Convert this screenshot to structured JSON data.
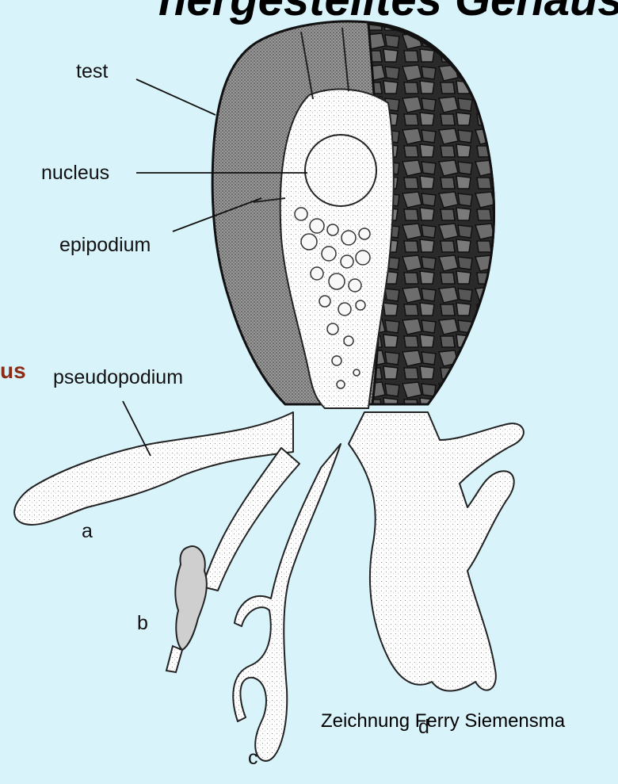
{
  "header": {
    "title_fragment": "hergestelltes Gehäuse"
  },
  "side_text_fragment": "us",
  "labels": {
    "test": "test",
    "nucleus": "nucleus",
    "epipodium": "epipodium",
    "pseudopodium": "pseudopodium",
    "a": "a",
    "b": "b",
    "c": "c",
    "d": "d"
  },
  "credit": "Zeichnung Ferry Siemensma",
  "colors": {
    "background": "#d9f3fb",
    "side_text": "#8b2c14",
    "ink": "#111111"
  }
}
